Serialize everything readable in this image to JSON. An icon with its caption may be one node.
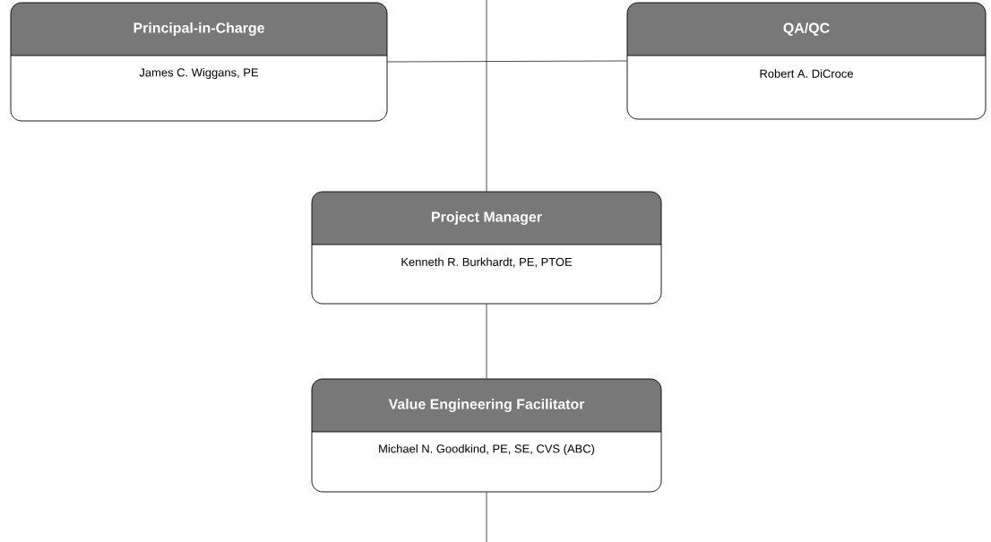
{
  "diagram": {
    "nodes": [
      {
        "text": [
          "Principal-in-Charge",
          "James C. Wiggans, PE"
        ]
      },
      {
        "text": [
          "QA/QC",
          "Robert A. DiCroce"
        ]
      },
      {
        "text": [
          "Project Manager",
          "Kenneth R. Burkhardt, PE, PTOE"
        ]
      },
      {
        "text": [
          "Value Engineering Facilitator",
          "Michael N. Goodkind, PE, SE, CVS (ABC)"
        ]
      }
    ],
    "edges": [
      {
        "from": 0,
        "to": 1,
        "arrow": "none"
      },
      {
        "from": null,
        "to": 2,
        "arrow": "none"
      },
      {
        "from": 2,
        "to": 3,
        "arrow": "none"
      },
      {
        "from": 3,
        "to": null,
        "arrow": "none"
      }
    ]
  }
}
